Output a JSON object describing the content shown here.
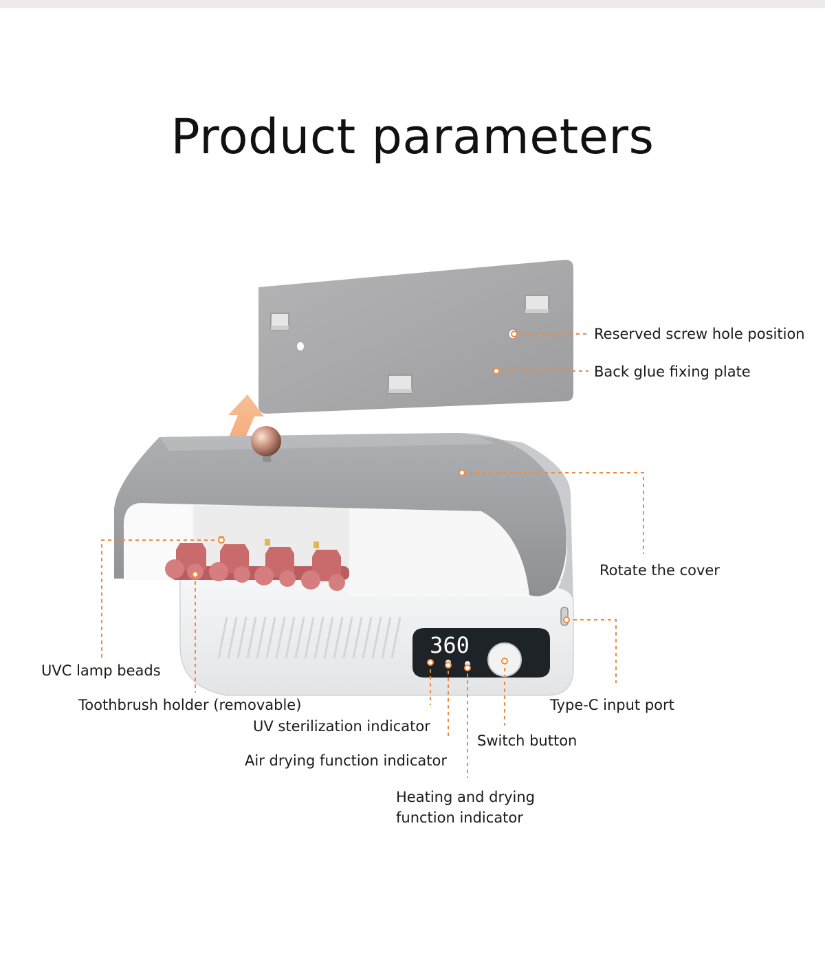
{
  "title": "Product parameters",
  "display_readout": "360",
  "colors": {
    "accent": "#f28a3c",
    "plate": "#a9a9ab",
    "cover": "#9e9fa2",
    "body": "#eeeff1",
    "holder": "#c96a6c",
    "display": "#1e2328"
  },
  "labels": {
    "screw_hole": "Reserved screw hole position",
    "glue_plate": "Back glue fixing plate",
    "rotate_cover": "Rotate the cover",
    "uvc_beads": "UVC lamp beads",
    "holder": "Toothbrush holder (removable)",
    "typec": "Type-C input port",
    "uv_indicator": "UV sterilization indicator",
    "switch": "Switch button",
    "air_indicator": "Air drying function indicator",
    "heat_line1": "Heating and drying",
    "heat_line2": "function indicator"
  }
}
